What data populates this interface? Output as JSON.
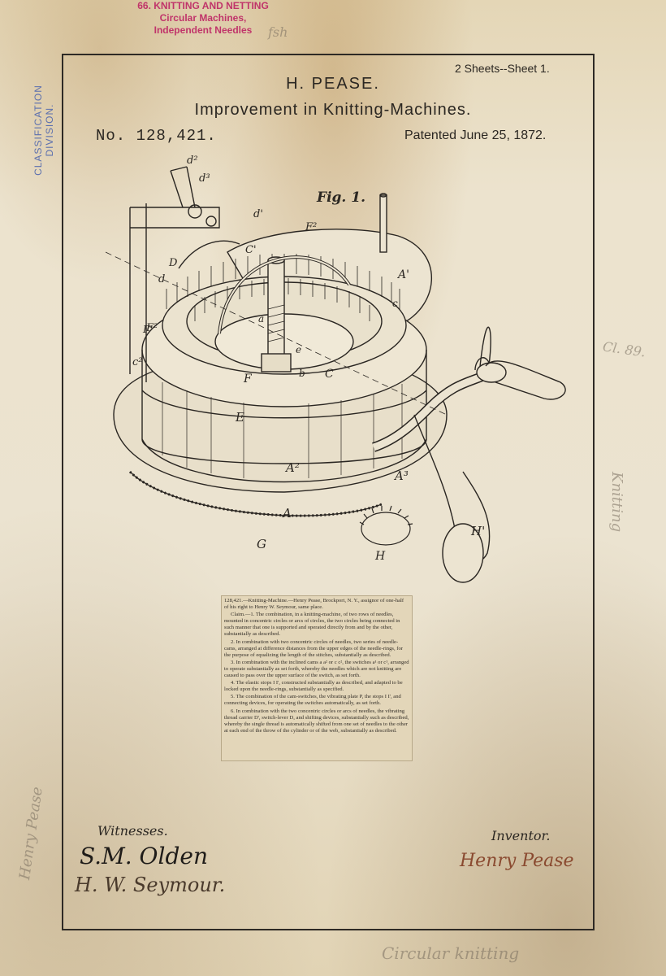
{
  "stamp": {
    "line1": "66. KNITTING AND NETTING",
    "line2": "Circular Machines,",
    "line3": "Independent Needles"
  },
  "classification": {
    "line1": "CLASSIFICATION",
    "line2": "DIVISION."
  },
  "header": {
    "sheets": "2 Sheets--Sheet 1.",
    "inventor_name": "H. PEASE.",
    "title": "Improvement in Knitting-Machines.",
    "patent_number": "No. 128,421.",
    "patented_date": "Patented June 25, 1872."
  },
  "figure": {
    "label": "Fig. 1.",
    "parts": [
      "d²",
      "d³",
      "d'",
      "F²",
      "A'",
      "D",
      "C'",
      "c",
      "F²",
      "c²",
      "d",
      "F",
      "e",
      "C",
      "b",
      "a",
      "E",
      "A²",
      "A³",
      "A",
      "G",
      "H",
      "H'",
      "F'"
    ]
  },
  "claims": {
    "heading": "128,421.—Knitting-Machine.—Henry Pease, Brockport, N. Y., assignor of one-half of his right to Henry W. Seymour, same place.",
    "claim1": "Claim.—1. The combination, in a knitting-machine, of two rows of needles, mounted in concentric circles or arcs of circles, the two circles being connected in such manner that one is supported and operated directly from and by the other, substantially as described.",
    "claim2": "2. In combination with two concentric circles of needles, two series of needle-cams, arranged at difference distances from the upper edges of the needle-rings, for the purpose of equalizing the length of the stitches, substantially as described.",
    "claim3": "3. In combination with the inclined cams a a² or c c², the switches a¹ or c¹, arranged to operate substantially as set forth, whereby the needles which are not knitting are caused to pass over the upper surface of the switch, as set forth.",
    "claim4": "4. The elastic stops I I', constructed substantially as described, and adapted to be locked upon the needle-rings, substantially as specified.",
    "claim5": "5. The combination of the cam-switches, the vibrating plate P, the stops I I', and connecting devices, for operating the switches automatically, as set forth.",
    "claim6": "6. In combination with the two concentric circles or arcs of needles, the vibrating thread carrier D', switch-lever D, and shifting devices, substantially such as described, whereby the single thread is automatically shifted from one set of needles to the other at each end of the throw of the cylinder or of the web, substantially as described."
  },
  "footer": {
    "witnesses_label": "Witnesses.",
    "witness1": "S.M. Olden",
    "witness2": "H. W. Seymour.",
    "inventor_label": "Inventor.",
    "inventor_signature": "Henry Pease"
  },
  "pencil_notes": {
    "note1": "Cl. 89.",
    "note2": "Knitting",
    "note3": "Henry Pease",
    "note4": "Circular knitting",
    "note5": "fsh"
  }
}
